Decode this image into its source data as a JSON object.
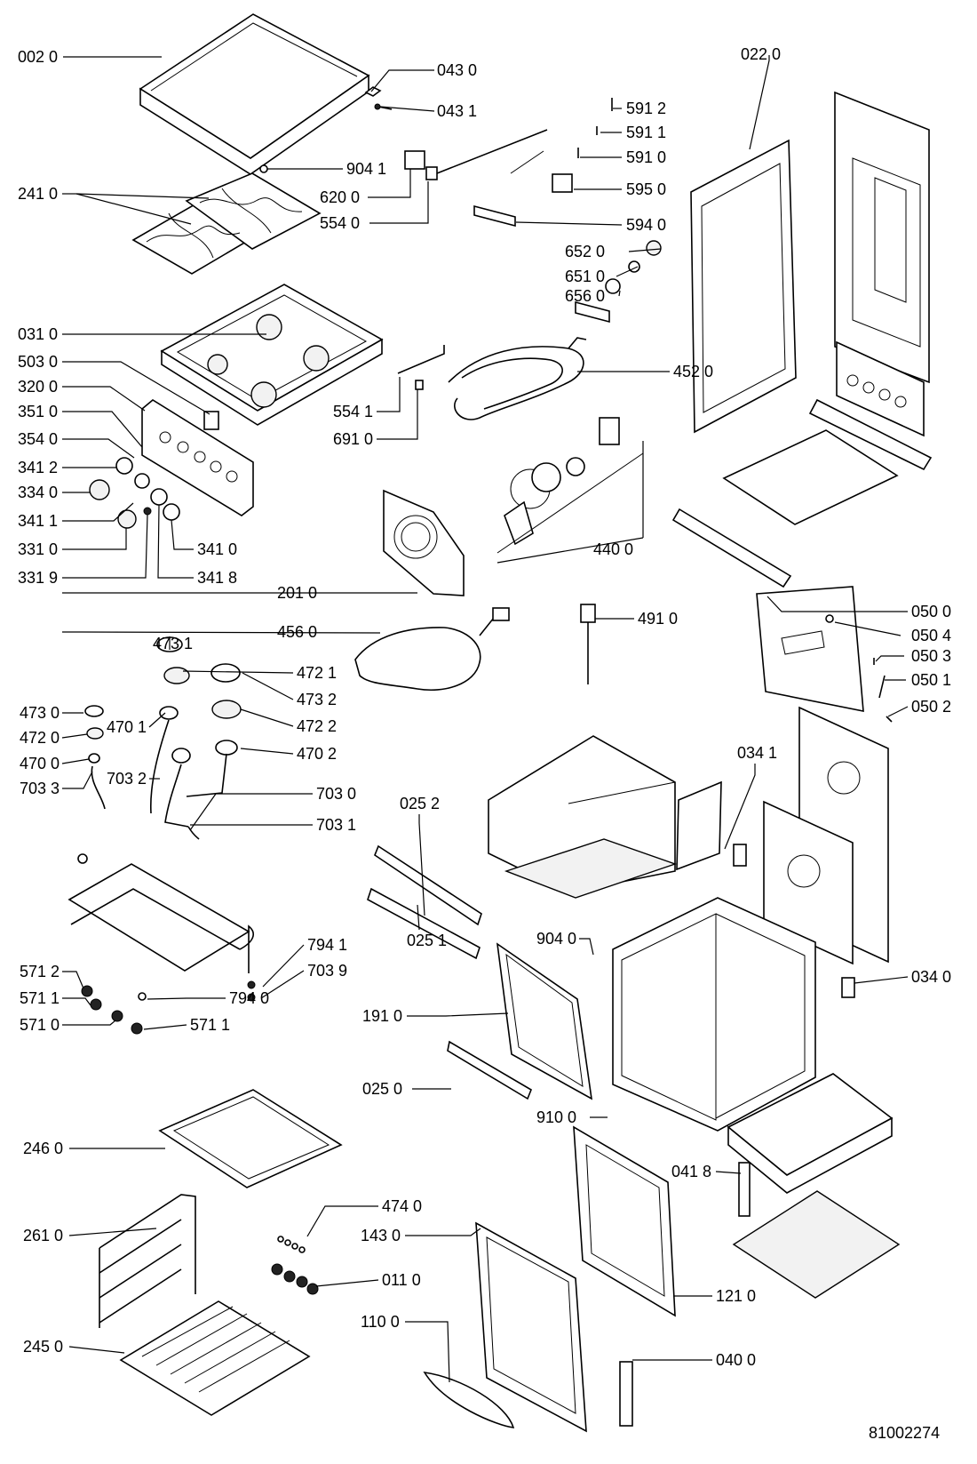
{
  "document_id": "81002274",
  "labels": {
    "L0020": "002 0",
    "L0430": "043 0",
    "L0431": "043 1",
    "L0220": "022 0",
    "L5912": "591 2",
    "L5911": "591 1",
    "L5910": "591 0",
    "L9041": "904 1",
    "L2410": "241 0",
    "L6200": "620 0",
    "L5950": "595 0",
    "L5540": "554 0",
    "L5940": "594 0",
    "L6520": "652 0",
    "L6510": "651 0",
    "L6560": "656 0",
    "L0310": "031 0",
    "L5030": "503 0",
    "L4520": "452 0",
    "L3200": "320 0",
    "L5541": "554 1",
    "L3510": "351 0",
    "L6910": "691 0",
    "L3540": "354 0",
    "L3412": "341 2",
    "L3340": "334 0",
    "L3411": "341 1",
    "L3310": "331 0",
    "L3410": "341 0",
    "L3319": "331 9",
    "L3418": "341 8",
    "L4400": "440 0",
    "L2010": "201 0",
    "L0500": "050 0",
    "L4560": "456 0",
    "L4910": "491 0",
    "L0504": "050 4",
    "L4731": "473 1",
    "L0503": "050 3",
    "L4721": "472 1",
    "L0501": "050 1",
    "L4732": "473 2",
    "L0502": "050 2",
    "L4730": "473 0",
    "L4701": "470 1",
    "L4722": "472 2",
    "L4720": "472 0",
    "L4702": "470 2",
    "L4700": "470 0",
    "L7032": "703 2",
    "L0341": "034 1",
    "L7033": "703 3",
    "L7030": "703 0",
    "L0252": "025 2",
    "L7031": "703 1",
    "L9040": "904 0",
    "L0251": "025 1",
    "L7941": "794 1",
    "L0340": "034 0",
    "L5712": "571 2",
    "L7039": "703 9",
    "L5711a": "571 1",
    "L7940": "794 0",
    "L1910": "191 0",
    "L5710": "571 0",
    "L5711b": "571 1",
    "L0250": "025 0",
    "L9100": "910 0",
    "L2460": "246 0",
    "L0418": "041 8",
    "L4740": "474 0",
    "L2610": "261 0",
    "L1430": "143 0",
    "L0110": "011 0",
    "L1210": "121 0",
    "L1100": "110 0",
    "L2450": "245 0",
    "L0400": "040 0"
  }
}
